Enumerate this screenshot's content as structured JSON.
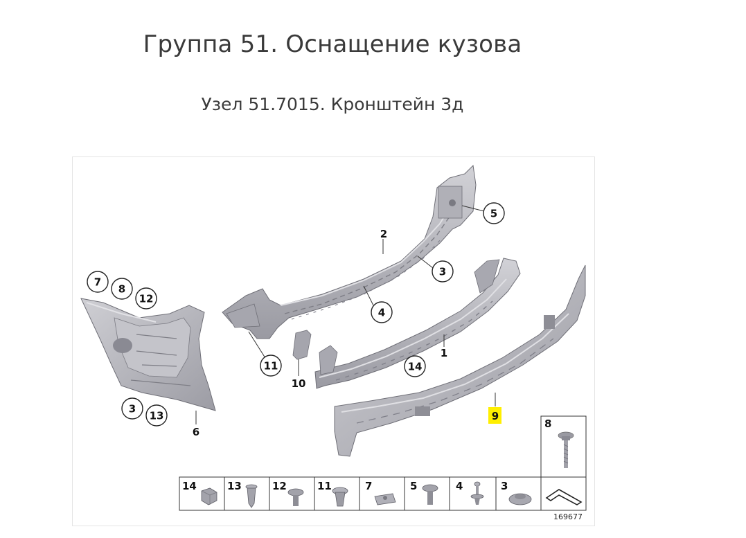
{
  "header": {
    "group_title": "Группа 51. Оснащение кузова",
    "node_title": "Узел 51.7015. Кронштейн 3д"
  },
  "diagram": {
    "callouts_circled": [
      "5",
      "3",
      "4",
      "7",
      "8",
      "12",
      "11",
      "14",
      "3",
      "13"
    ],
    "labels_plain": [
      "2",
      "1",
      "6",
      "10"
    ],
    "highlighted_label": "9",
    "highlight_color": "#ffef00",
    "fastener_table": {
      "bottom_row": [
        "14",
        "13",
        "12",
        "11",
        "7",
        "5",
        "4",
        "3",
        ""
      ],
      "top_cell": "8"
    },
    "figure_id": "169677"
  },
  "colors": {
    "part_fill": "#b9b9bf",
    "part_shadow": "#8e8e96",
    "part_light": "#d6d6da"
  }
}
